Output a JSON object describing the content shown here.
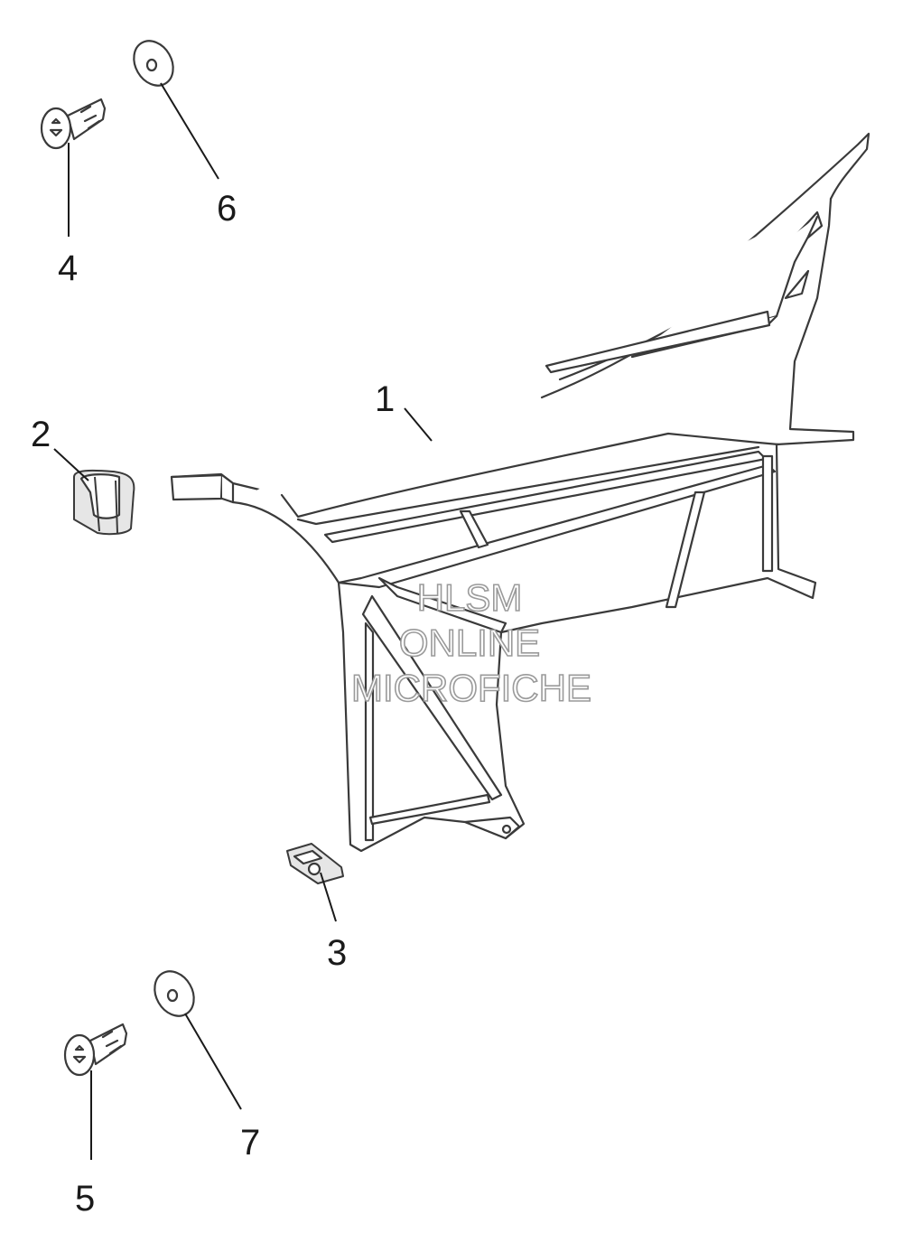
{
  "callouts": {
    "c1": "1",
    "c2": "2",
    "c3": "3",
    "c4": "4",
    "c5": "5",
    "c6": "6",
    "c7": "7"
  },
  "watermark": {
    "line1": "HLSM",
    "line2": "ONLINE",
    "line3": "MICROFICHE"
  },
  "colors": {
    "line": "#3a3a3a",
    "watermark_stroke": "#9a9a9a"
  }
}
